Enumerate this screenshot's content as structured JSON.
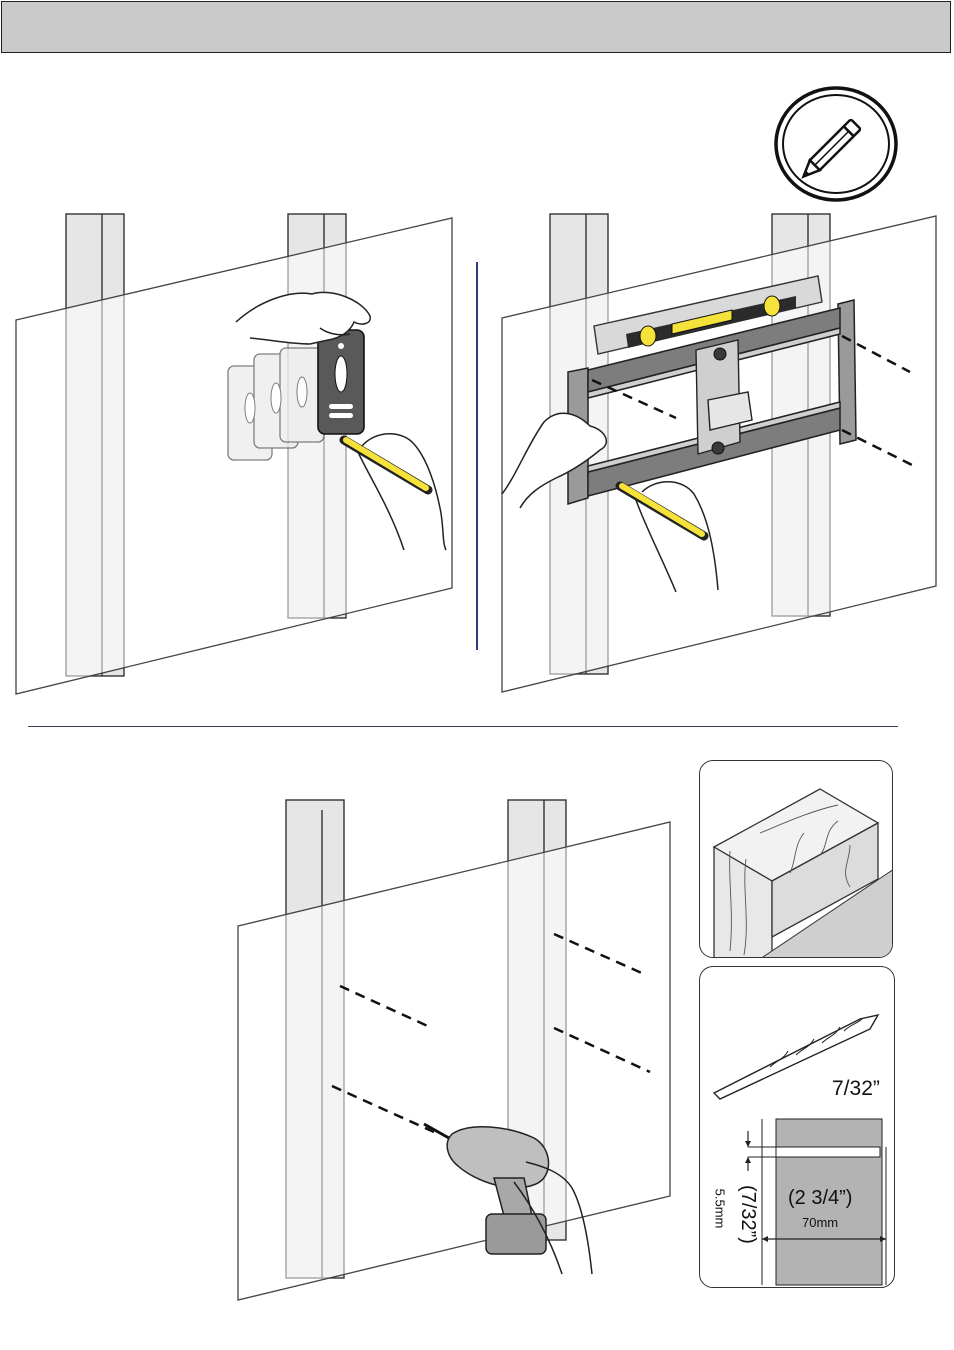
{
  "header": {
    "title": ""
  },
  "icons": {
    "pencil": "pencil-icon"
  },
  "drill_inset": {
    "bit_size": "7/32”",
    "hole_diameter_imperial": "(7/32”)",
    "hole_diameter_metric": "5.5mm",
    "hole_depth_imperial": "(2 3/4”)",
    "hole_depth_metric": "70mm"
  },
  "colors": {
    "header_fill": "#c9c9c9",
    "stud_fill": "#e6e6e6",
    "accent_yellow": "#f5e23a",
    "divider_blue": "#2c3d78",
    "depth_grey": "#b3b3b3"
  }
}
